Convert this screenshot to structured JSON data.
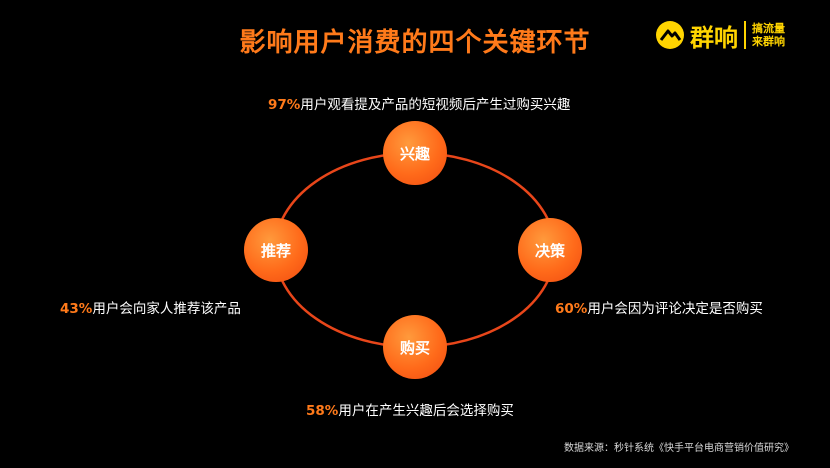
{
  "title": "影响用户消费的四个关键环节",
  "logo": {
    "name": "群响",
    "tag_line1": "搞流量",
    "tag_line2": "来群响"
  },
  "nodes": {
    "top": "兴趣",
    "right": "决策",
    "bottom": "购买",
    "left": "推荐"
  },
  "captions": {
    "top": {
      "pct": "97%",
      "text": "用户观看提及产品的短视频后产生过购买兴趣"
    },
    "right": {
      "pct": "60%",
      "text": "用户会因为评论决定是否购买"
    },
    "bottom": {
      "pct": "58%",
      "text": "用户在产生兴趣后会选择购买"
    },
    "left": {
      "pct": "43%",
      "text": "用户会向家人推荐该产品"
    }
  },
  "source": "数据来源：秒针系统《快手平台电商营销价值研究》",
  "colors": {
    "accent": "#ff7a1a",
    "logo": "#ffd400",
    "ring": "#e8461a"
  }
}
